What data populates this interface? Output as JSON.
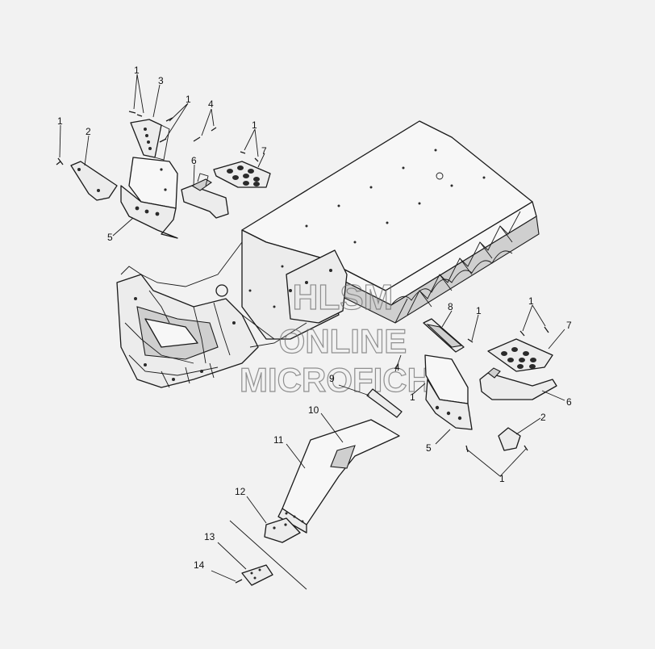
{
  "watermark": {
    "line1": "HLSM",
    "line2": "ONLINE",
    "line3": "MICROFICHE",
    "color": "#6e6e6e"
  },
  "callouts": {
    "c1a": "1",
    "c1b": "1",
    "c1c": "1",
    "c1d": "1",
    "c1e": "1",
    "c1f": "1",
    "c1g": "1",
    "c1h": "1",
    "c2a": "2",
    "c2b": "2",
    "c3": "3",
    "c4a": "4",
    "c4b": "4",
    "c5a": "5",
    "c5b": "5",
    "c6a": "6",
    "c6b": "6",
    "c7a": "7",
    "c7b": "7",
    "c8": "8",
    "c9": "9",
    "c10": "10",
    "c11": "11",
    "c12": "12",
    "c13": "13",
    "c14": "14"
  }
}
